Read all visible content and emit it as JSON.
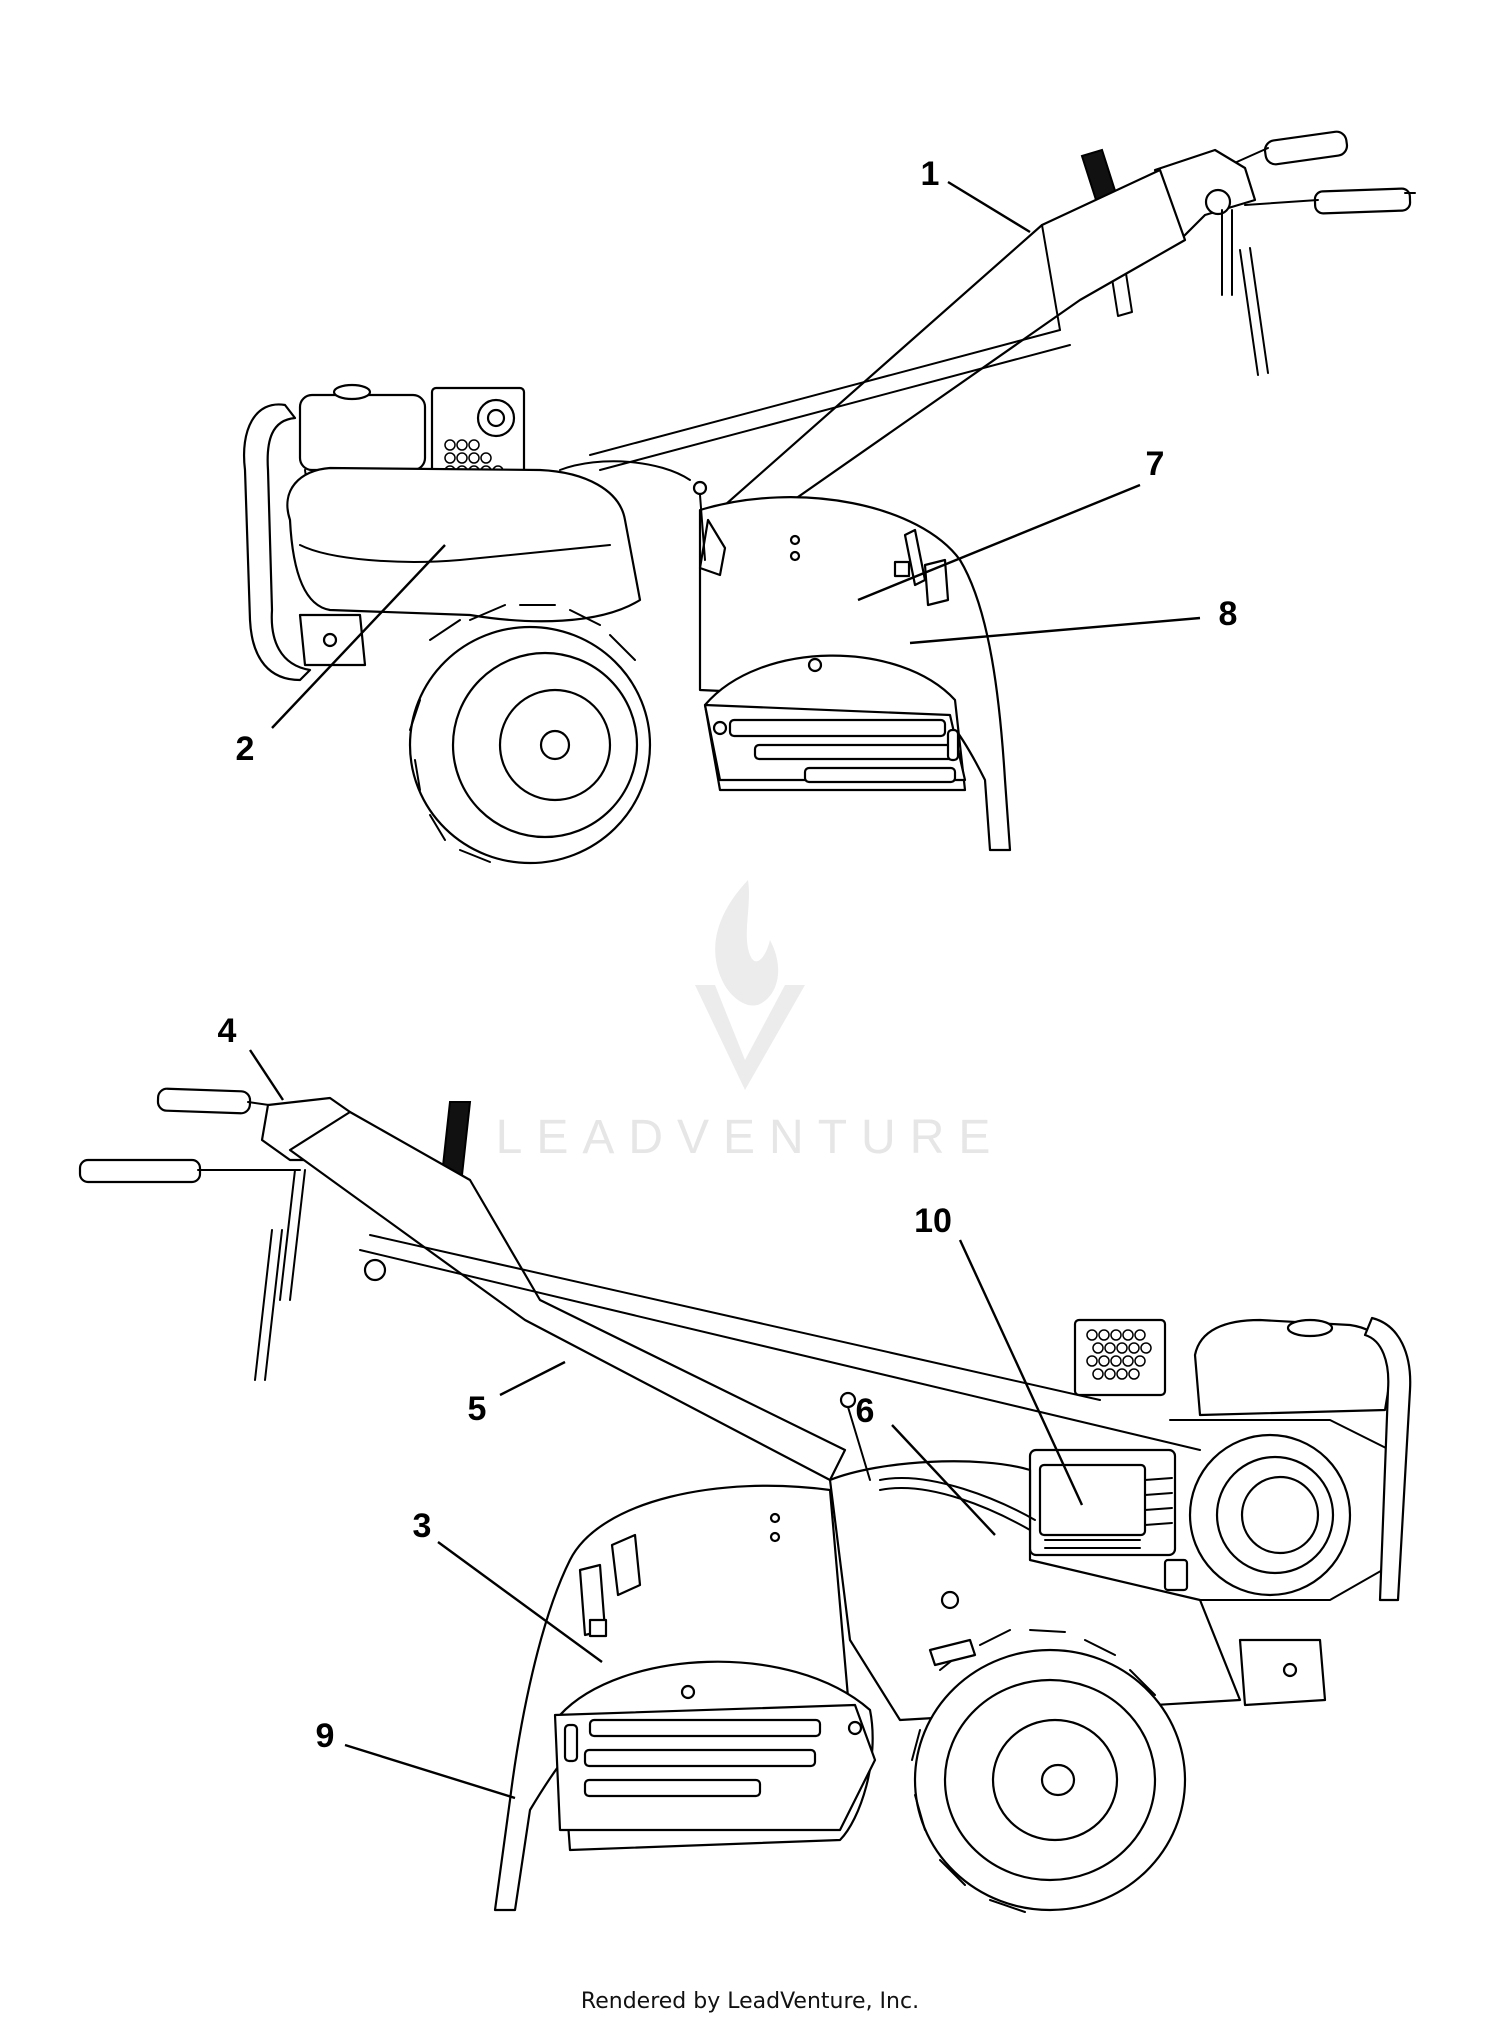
{
  "callouts": {
    "c1": "1",
    "c2": "2",
    "c3": "3",
    "c4": "4",
    "c5": "5",
    "c6": "6",
    "c7": "7",
    "c8": "8",
    "c9": "9",
    "c10": "10"
  },
  "watermark": {
    "text": "LEADVENTURE"
  },
  "footer": {
    "text": "Rendered by LeadVenture, Inc."
  }
}
